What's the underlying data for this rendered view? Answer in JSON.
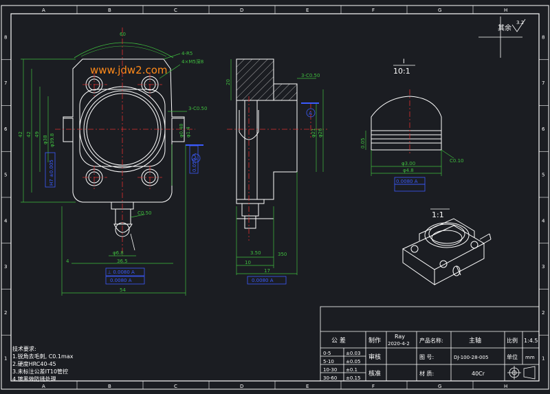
{
  "colors": {
    "background": "#1b1d22",
    "line": "#ffffff",
    "dimension": "#3fbf3f",
    "center": "#e03030",
    "tolerance": "#3b5bff",
    "hatch": "#d0d0d0",
    "watermark": "#ff8a1a"
  },
  "grid": {
    "columns": [
      "A",
      "B",
      "C",
      "D",
      "E",
      "F",
      "G",
      "H"
    ],
    "rows": [
      "8",
      "7",
      "6",
      "5",
      "4",
      "3",
      "2",
      "1"
    ]
  },
  "watermark": "www.jdw2.com",
  "roughness_note": "其余",
  "roughness_value": "3.2",
  "front_view": {
    "dims": {
      "top_width": "60",
      "corner": "4-R5",
      "thread": "4×M5深8",
      "height_a": "42",
      "height_b": "42",
      "height_c": "49",
      "dia_a": "φ38",
      "dia_b": "φ39.8",
      "chamfer_in": "3-C0.50",
      "dia_r": "φ0.48",
      "dia_n": "φ1.4",
      "bottom_chamfer": "C0.50",
      "dia_bottom": "φ6.8",
      "width_inner": "36.5",
      "width_total": "54",
      "left_small": "4"
    },
    "tolerances": [
      "H7 ±0.005",
      "⊥ 0.0080 A",
      "0.0080 A",
      "0.050 A"
    ],
    "datum": "A"
  },
  "side_view": {
    "dims": {
      "chamfer": "3-C0.50",
      "height_top": "20",
      "dia_a": "φ21",
      "dia_b": "φ26",
      "base_w": "10",
      "total_w": "17",
      "thin": "3.50",
      "width_bottom": "350"
    },
    "tolerance": "0.0080 A",
    "datum": "A"
  },
  "detail_view": {
    "label": "I",
    "scale": "10:1",
    "dims": {
      "dia_a": "φ3.00",
      "dia_b": "φ4.8",
      "chamfer": "C0.10",
      "step": "0.05"
    },
    "tolerance": "0.0080 A"
  },
  "iso_view": {
    "scale": "1:1"
  },
  "tech_notes": {
    "title": "技术要求:",
    "items": [
      "1.锐角去毛刺, C0.1max",
      "2.硬度HRC40-45",
      "3.未标注公差IT10管控",
      "4.镀黑做防锈处理"
    ]
  },
  "title_block": {
    "tolerance_header": "公  差",
    "tolerances": [
      {
        "range": "0-5",
        "value": "±0.03"
      },
      {
        "range": "5-10",
        "value": "±0.05"
      },
      {
        "range": "10-30",
        "value": "±0.1"
      },
      {
        "range": "30-60",
        "value": "±0.15"
      }
    ],
    "made_by_label": "制作",
    "author": "Ray",
    "date": "2020-4-2",
    "review_label": "审核",
    "approve_label": "核准",
    "product_label": "产品名称:",
    "product_value": "主轴",
    "drawing_no_label": "图  号:",
    "drawing_no_value": "DJ-100-28-005",
    "material_label": "材  质:",
    "material_value": "40Cr",
    "scale_label": "比例",
    "scale_value": "1:4.5",
    "unit_label": "单位",
    "unit_value": "mm"
  }
}
